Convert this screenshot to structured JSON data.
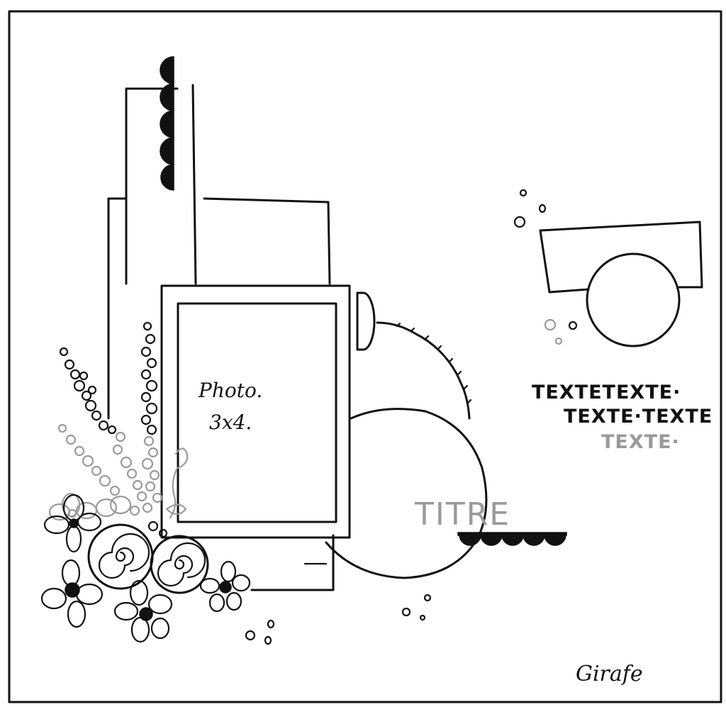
{
  "sketch": {
    "photo_label_line1": "Photo.",
    "photo_label_line2": "3x4.",
    "text_lines": [
      "TEXTETEXTE·",
      "TEXTE·TEXTE",
      "TEXTE·"
    ],
    "title": "TITRE",
    "signature": "Girafe"
  },
  "colors": {
    "ink": "#111111",
    "grey": "#9a9a9a",
    "paper": "#ffffff"
  }
}
